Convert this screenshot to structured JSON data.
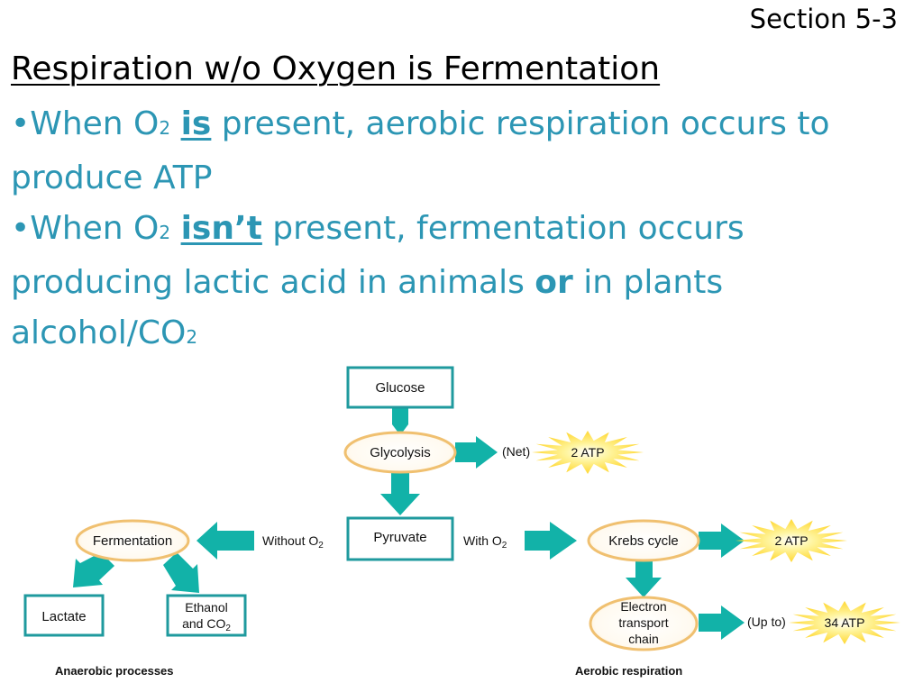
{
  "header": {
    "section": "Section 5-3"
  },
  "title": "Respiration w/o Oxygen is Fermentation",
  "bullets": [
    {
      "marker": "•",
      "part1": "When O",
      "sub": "2",
      "part2": " ",
      "emph": "is",
      "part3": " present, aerobic respiration occurs to produce ATP"
    },
    {
      "marker": "•",
      "part1": "When O",
      "sub": "2",
      "part2": " ",
      "emph": "isn’t",
      "part3": " present, fermentation occurs producing lactic acid in animals ",
      "emph2": "or",
      "part4": " in plants alcohol/CO",
      "sub2": "2"
    }
  ],
  "diagram": {
    "nodes": {
      "glucose": "Glucose",
      "glycolysis": "Glycolysis",
      "pyruvate": "Pyruvate",
      "fermentation": "Fermentation",
      "lactate": "Lactate",
      "ethanol_line1": "Ethanol",
      "ethanol_line2": "and CO",
      "ethanol_sub": "2",
      "krebs": "Krebs cycle",
      "etc_line1": "Electron",
      "etc_line2": "transport",
      "etc_line3": "chain"
    },
    "labels": {
      "net": "(Net)",
      "without": "Without O",
      "without_sub": "2",
      "with": "With O",
      "with_sub": "2",
      "up_to": "(Up to)"
    },
    "atp": {
      "glycolysis": "2 ATP",
      "krebs": "2 ATP",
      "etc": "34 ATP"
    },
    "captions": {
      "anaerobic": "Anaerobic processes",
      "aerobic": "Aerobic respiration"
    }
  },
  "colors": {
    "bullet_text": "#2c96b4",
    "box_border": "#1f9a9e",
    "arrow": "#12b2a8",
    "oval_border": "#f0c070",
    "starburst": "#ffdd22"
  }
}
